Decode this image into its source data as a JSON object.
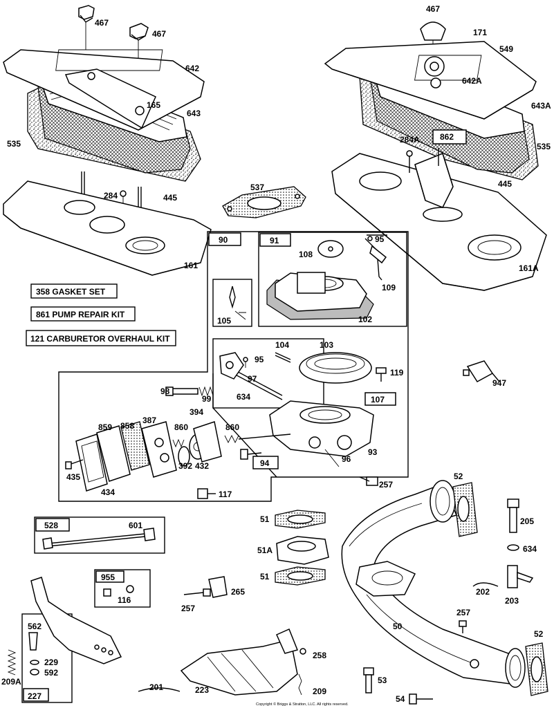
{
  "labels": {
    "l467a": "467",
    "l467b": "467",
    "l642": "642",
    "l165": "165",
    "l643": "643",
    "l535a": "535",
    "l445a": "445",
    "l284a": "284",
    "l161": "161",
    "l467c": "467",
    "l171": "171",
    "l549": "549",
    "l642A": "642A",
    "l643A": "643A",
    "l862": "862",
    "l284A": "284A",
    "l535b": "535",
    "l445b": "445",
    "l161A": "161A",
    "l537": "537",
    "l90": "90",
    "l91": "91",
    "l95a": "95",
    "l108": "108",
    "l109": "109",
    "l102": "102",
    "l105": "105",
    "l104": "104",
    "l103": "103",
    "l95b": "95",
    "l119": "119",
    "l947": "947",
    "l98": "98",
    "l99": "99",
    "l97": "97",
    "l634a": "634",
    "l107": "107",
    "l859": "859",
    "l858": "858",
    "l387": "387",
    "l394": "394",
    "l860a": "860",
    "l860b": "860",
    "l392": "392",
    "l432": "432",
    "l94": "94",
    "l96": "96",
    "l93": "93",
    "l435": "435",
    "l434": "434",
    "l117": "117",
    "l257a": "257",
    "l52a": "52",
    "l528": "528",
    "l601": "601",
    "l51a": "51",
    "l51A": "51A",
    "l51b": "51",
    "l205": "205",
    "l634b": "634",
    "l955": "955",
    "l116": "116",
    "l265": "265",
    "l257b": "257",
    "l202": "202",
    "l203": "203",
    "l562": "562",
    "l229": "229",
    "l592": "592",
    "l209A": "209A",
    "l227": "227",
    "l257c": "257",
    "l50": "50",
    "l52b": "52",
    "l258": "258",
    "l201": "201",
    "l223": "223",
    "l209": "209",
    "l53": "53",
    "l54": "54"
  },
  "kits": {
    "k358": "358  GASKET SET",
    "k861": "861  PUMP REPAIR KIT",
    "k121": "121  CARBURETOR OVERHAUL KIT"
  },
  "copyright": "Copyright © Briggs & Stratton, LLC. All rights reserved."
}
